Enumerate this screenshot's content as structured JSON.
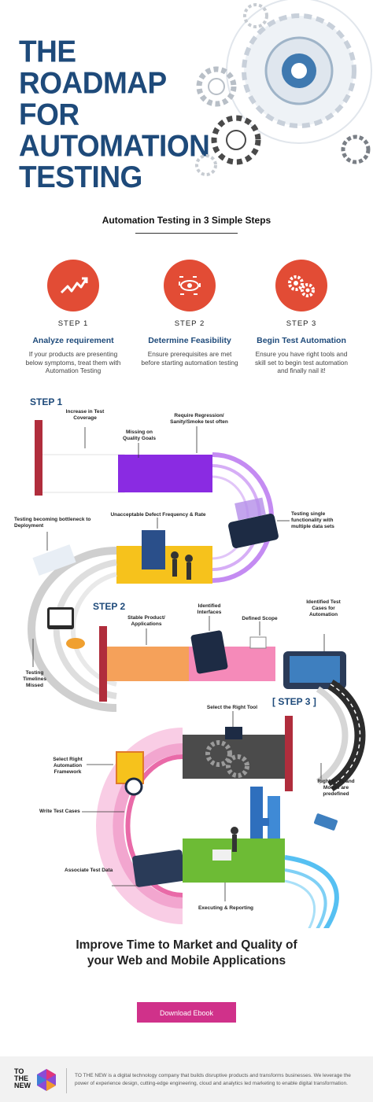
{
  "header": {
    "title_lines": [
      "THE",
      "ROADMAP FOR",
      "AUTOMATION",
      "TESTING"
    ]
  },
  "intro": {
    "subtitle": "Automation Testing in 3 Simple Steps",
    "steps": [
      {
        "label": "STEP 1",
        "name": "Analyze requirement",
        "desc": "If your products are presenting below symptoms, treat them with Automation Testing",
        "icon": "trend-chart-icon"
      },
      {
        "label": "STEP 2",
        "name": "Determine Feasibility",
        "desc": "Ensure prerequisites are met before starting automation testing",
        "icon": "eye-target-icon"
      },
      {
        "label": "STEP 3",
        "name": "Begin Test Automation",
        "desc": "Ensure you have right tools and skill set to begin test automation and finally nail it!",
        "icon": "gears-icon"
      }
    ]
  },
  "roadmap": {
    "step1_tag": "STEP 1",
    "step2_tag": "STEP 2",
    "step3_tag": "STEP 3",
    "labels": {
      "increase_coverage": "Increase in Test Coverage",
      "require_regression": "Require Regression/ Sanity/Smoke test often",
      "missing_goals": "Missing on Quality Goals",
      "testing_single": "Testing single functionality with multiple data sets",
      "unacceptable_defect": "Unacceptable Defect Frequency & Rate",
      "bottleneck": "Testing becoming bottleneck to Deployment",
      "timelines": "Testing Timelines Missed",
      "stable_product": "Stable Product/ Applications",
      "identified_interfaces": "Identified Interfaces",
      "defined_scope": "Defined Scope",
      "identified_test_cases": "Identified Test Cases for Automation",
      "select_tool": "Select the Right Tool",
      "right_tools": "Right tools and Modes are predefined",
      "select_framework": "Select Right Automation Framework",
      "write_test_cases": "Write Test Cases",
      "associate_data": "Associate Test Data",
      "executing": "Executing & Reporting"
    }
  },
  "cta": {
    "headline_1": "Improve Time to Market and Quality of",
    "headline_2": "your Web and Mobile Applications",
    "button": "Download Ebook"
  },
  "footer": {
    "logo_lines": [
      "TO",
      "THE",
      "NEW"
    ],
    "text": "TO THE NEW is a digital technology company that builds disruptive products and transforms businesses. We leverage the power of experience design, cutting-edge engineering, cloud and analytics led marketing to enable digital transformation."
  },
  "colors": {
    "brand_blue": "#1e4a7a",
    "step_red": "#e24c35",
    "cta_pink": "#d0318a",
    "road_purple": "#8a2be2",
    "road_yellow": "#f6c21c",
    "road_orange": "#f5a15a",
    "road_pink": "#f2a6cf",
    "road_green": "#6dbb35",
    "road_gray": "#4b4b4b"
  }
}
